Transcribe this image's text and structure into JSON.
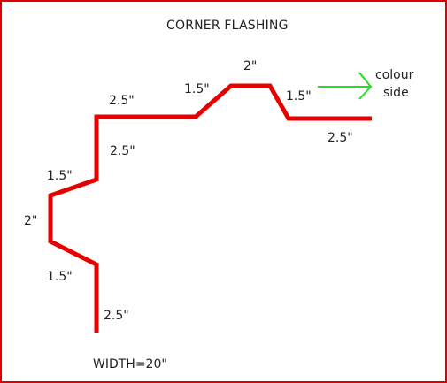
{
  "title": "CORNER FLASHING",
  "labels": {
    "top_left": "2.5\"",
    "rise_right": "1.5\"",
    "top_flat": "2\"",
    "fall_right": "1.5\"",
    "bottom_right": "2.5\"",
    "left_vertical_upper": "2.5\"",
    "left_diag_upper": "1.5\"",
    "left_vertical_mid": "2\"",
    "left_diag_lower": "1.5\"",
    "left_vertical_lower": "2.5\""
  },
  "colour_side": {
    "line1": "colour",
    "line2": "side"
  },
  "width_label": "WIDTH=20\"",
  "colors": {
    "profile": "#e60000",
    "arrow": "#22dd22",
    "border": "#e00000"
  }
}
